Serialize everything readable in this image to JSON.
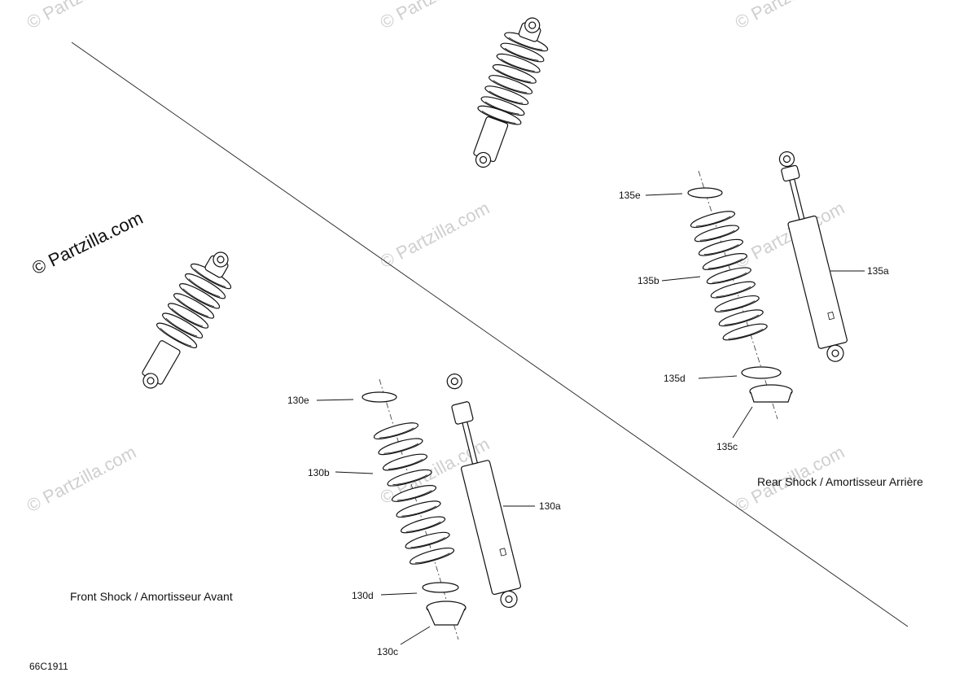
{
  "watermarks": [
    "© Partzilla.com"
  ],
  "brand": "© Partzilla.com",
  "figure_code": "66C1911",
  "captions": {
    "front": "Front Shock / Amortisseur Avant",
    "rear": "Rear Shock / Amortisseur Arrière"
  },
  "callouts": {
    "front": {
      "a": "130a",
      "b": "130b",
      "c": "130c",
      "d": "130d",
      "e": "130e"
    },
    "rear": {
      "a": "135a",
      "b": "135b",
      "c": "135c",
      "d": "135d",
      "e": "135e"
    }
  }
}
